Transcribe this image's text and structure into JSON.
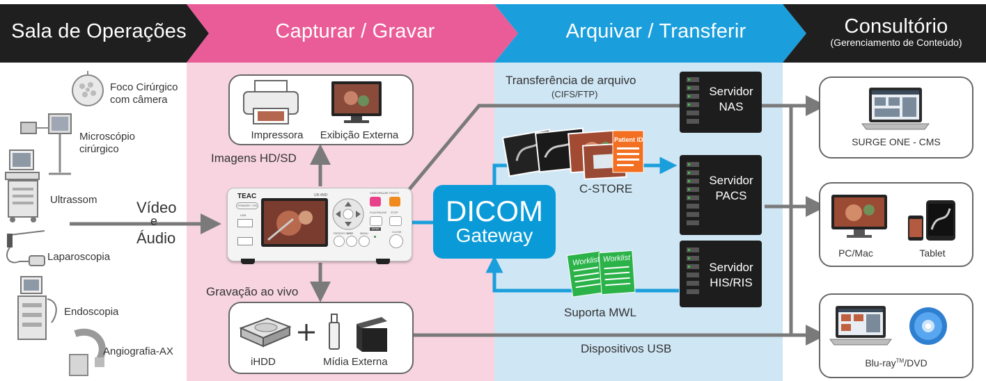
{
  "banner": {
    "stage1": "Sala de Operações",
    "stage2": "Capturar / Gravar",
    "stage3": "Arquivar / Transferir",
    "stage4_title": "Consultório",
    "stage4_sub": "(Gerenciamento de Conteúdo)"
  },
  "colors": {
    "dark": "#1f1f1f",
    "pink": "#ea5c97",
    "blue": "#1a9fdc",
    "pink_zone": "#f7d4e0",
    "blue_zone": "#cfe6f5",
    "dicom": "#0a9ad7"
  },
  "sources": {
    "surgical_light": "Foco Cirúrgico\ncom câmera",
    "microscope": "Microscópio\ncirúrgico",
    "ultrasound": "Ultrassom",
    "laparoscopy": "Laparoscopia",
    "endoscopy": "Endoscopia",
    "angiography": "Angiografia-AX"
  },
  "signal": {
    "video": "Vídeo",
    "and": "e",
    "audio": "Áudio"
  },
  "capture": {
    "printer": "Impressora",
    "external_display": "Exibição Externa",
    "images_label": "Imagens HD/SD",
    "live_recording": "Gravação ao vivo",
    "ihdd": "iHDD",
    "external_media": "Mídia Externa"
  },
  "device": {
    "brand": "TEAC",
    "model": "UR-4MD",
    "standby": "STANDBY / ON",
    "usb": "USB",
    "btn_video": "VIDEO/PAUSE",
    "btn_photo": "PHOTO",
    "btn_play": "PLAY/PAUSE",
    "btn_stop": "STOP",
    "btn_enter": "ENTER",
    "btn_patient": "PATIENT INFO",
    "btn_list": "LIST",
    "btn_menu": "MENU",
    "btn_close": "CLOSE"
  },
  "dicom": {
    "line1": "DICOM",
    "line2": "Gateway"
  },
  "archive": {
    "file_transfer": "Transferência de arquivo",
    "file_transfer_protocol": "(CIFS/FTP)",
    "cstore": "C-STORE",
    "mwl": "Suporta MWL",
    "usb_devices": "Dispositivos USB",
    "patient_id": "Patient ID",
    "worklist": "Worklist"
  },
  "servers": {
    "nas": "Servidor\nNAS",
    "pacs": "Servidor\nPACS",
    "his": "Servidor\nHIS/RIS"
  },
  "office": {
    "cms": "SURGE ONE - CMS",
    "pc": "PC/Mac",
    "tablet": "Tablet",
    "bluray_pre": "Blu-ray",
    "bluray_tm": "TM",
    "bluray_post": "/DVD"
  }
}
